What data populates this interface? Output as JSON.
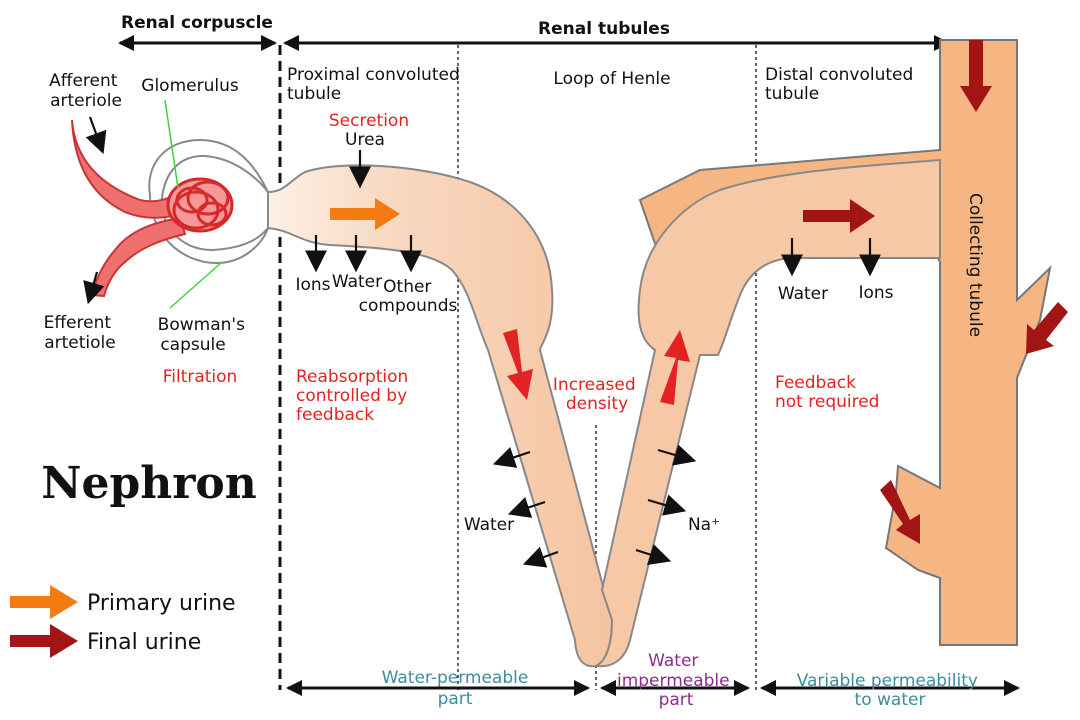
{
  "title": "Nephron",
  "sections": {
    "renal_corpuscle": "Renal corpuscle",
    "renal_tubules": "Renal tubules"
  },
  "segments": {
    "proximal": [
      "Proximal convoluted",
      "tubule"
    ],
    "loop": "Loop of Henle",
    "distal": [
      "Distal convoluted",
      "tubule"
    ],
    "collecting": "Collecting tubule"
  },
  "corpuscle_labels": {
    "afferent": [
      "Afferent",
      "arteriole"
    ],
    "efferent": [
      "Efferent",
      "artetiole"
    ],
    "glomerulus": "Glomerulus",
    "bowman": [
      "Bowman's",
      "capsule"
    ],
    "filtration": "Filtration"
  },
  "proximal_labels": {
    "secretion": "Secretion",
    "urea": "Urea",
    "ions": "Ions",
    "water": "Water",
    "other": [
      "Other",
      "compounds"
    ],
    "reabsorption": [
      "Reabsorption",
      "controlled by",
      "feedback"
    ]
  },
  "loop_labels": {
    "increased_density": [
      "Increased",
      "density"
    ],
    "water": "Water",
    "na": "Na⁺"
  },
  "distal_labels": {
    "water": "Water",
    "ions": "Ions",
    "feedback": [
      "Feedback",
      "not required"
    ]
  },
  "bottom_labels": {
    "water_permeable": "Water-permeable",
    "part": "part",
    "water_impermeable": [
      "Water",
      "impermeable",
      "part"
    ],
    "variable": [
      "Variable permeability",
      "to water"
    ]
  },
  "legend": {
    "primary": "Primary urine",
    "final": "Final urine"
  },
  "colors": {
    "primary_urine": "#f47a12",
    "final_urine": "#a31515",
    "filtration": "#e32222",
    "tubule_fill": "#f7c8a6",
    "collecting_fill": "#f6b684",
    "artery": "#f06f6f"
  }
}
